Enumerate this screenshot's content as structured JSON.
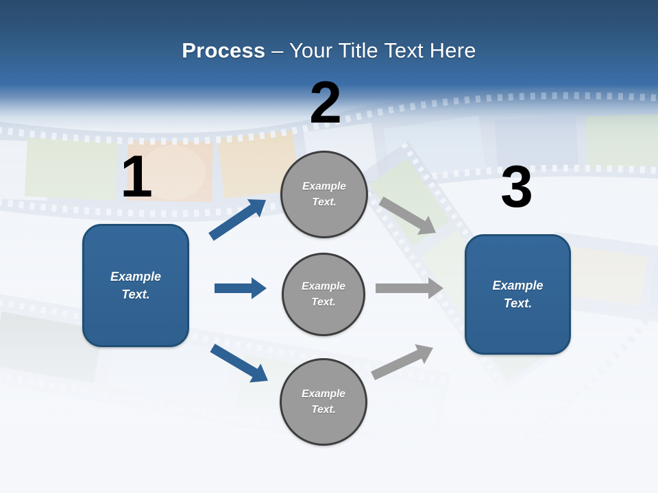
{
  "title": {
    "bold": "Process",
    "rest": "– Your Title Text Here"
  },
  "steps": [
    {
      "number": "1",
      "type": "box",
      "label": "Example Text."
    },
    {
      "number": "2",
      "type": "circles",
      "labels": [
        "Example Text.",
        "Example Text.",
        "Example Text."
      ]
    },
    {
      "number": "3",
      "type": "box",
      "label": "Example Text."
    }
  ],
  "colors": {
    "title_color": "#FFFFFF",
    "number_color": "#000000",
    "box_fill": "#35689A",
    "box_fill_dark": "#2F5F8D",
    "box_border": "#1F4E75",
    "circle_fill": "#9B9B9B",
    "circle_border": "#3D3D3D",
    "arrow_blue": "#2E6194",
    "arrow_gray": "#9C9C9C",
    "header_top": "#2A4B6D",
    "header_blue": "#3A6CA3",
    "background_light": "#F5F7FB"
  }
}
